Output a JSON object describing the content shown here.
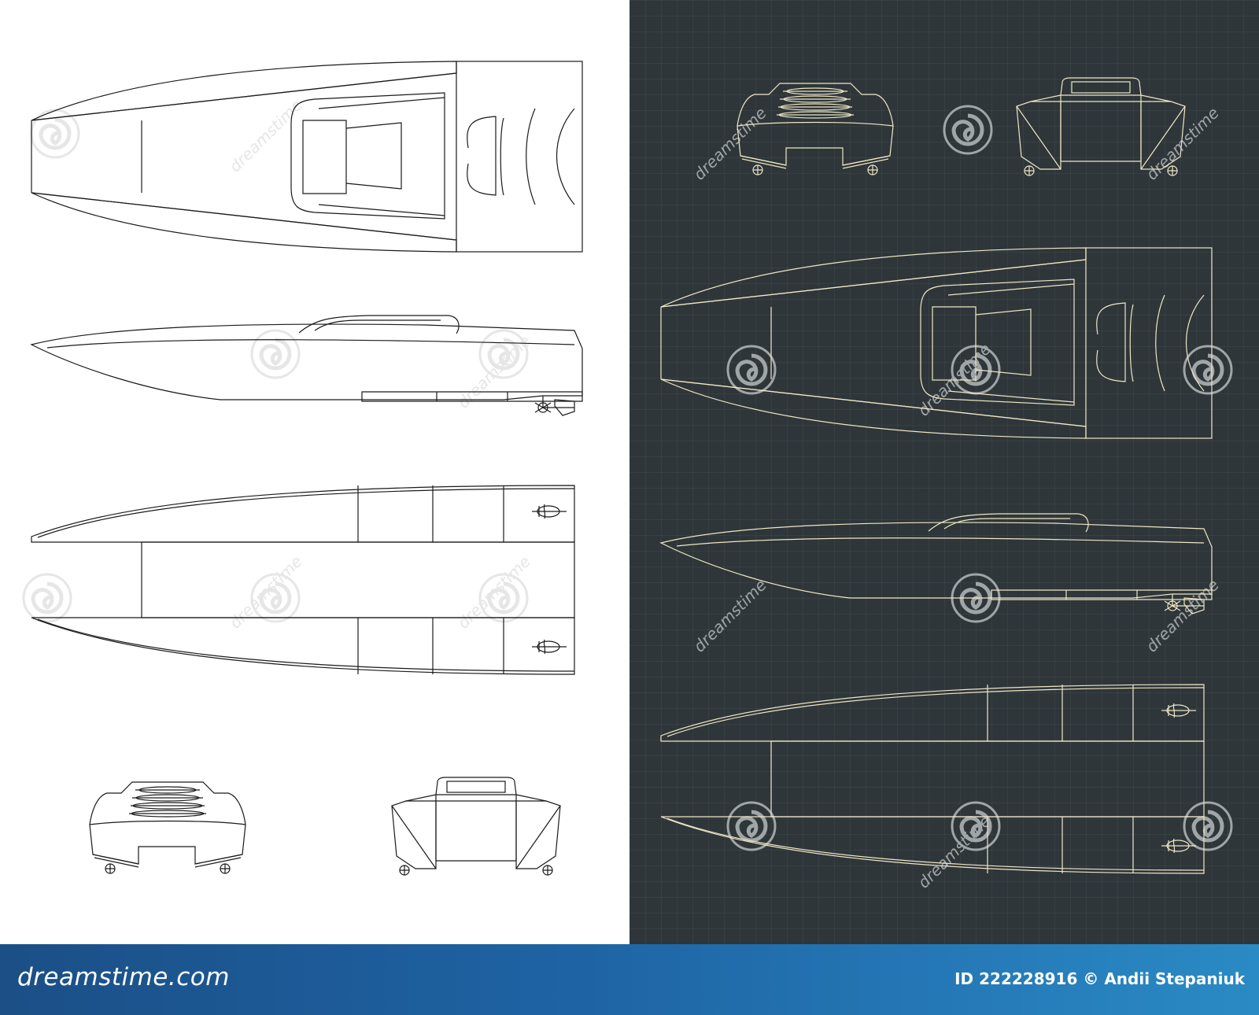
{
  "colors": {
    "dark_background": "#2e3639",
    "left_line": "#1a1a1a",
    "right_line": "#efe6c6",
    "footer_start": "#1b4f86",
    "footer_end": "#2a8ac4",
    "watermark_left": "#e6e6e6",
    "watermark_right": "#aeb3b4"
  },
  "watermark": {
    "text": "dreamstime"
  },
  "footer": {
    "logo": "dreamstime.com",
    "id_label": "ID",
    "id_value": "222228916",
    "copyright_symbol": "©",
    "author": "Andii Stepaniuk"
  },
  "views": [
    "top-view",
    "side-view",
    "bottom-view",
    "front-view",
    "rear-view"
  ]
}
